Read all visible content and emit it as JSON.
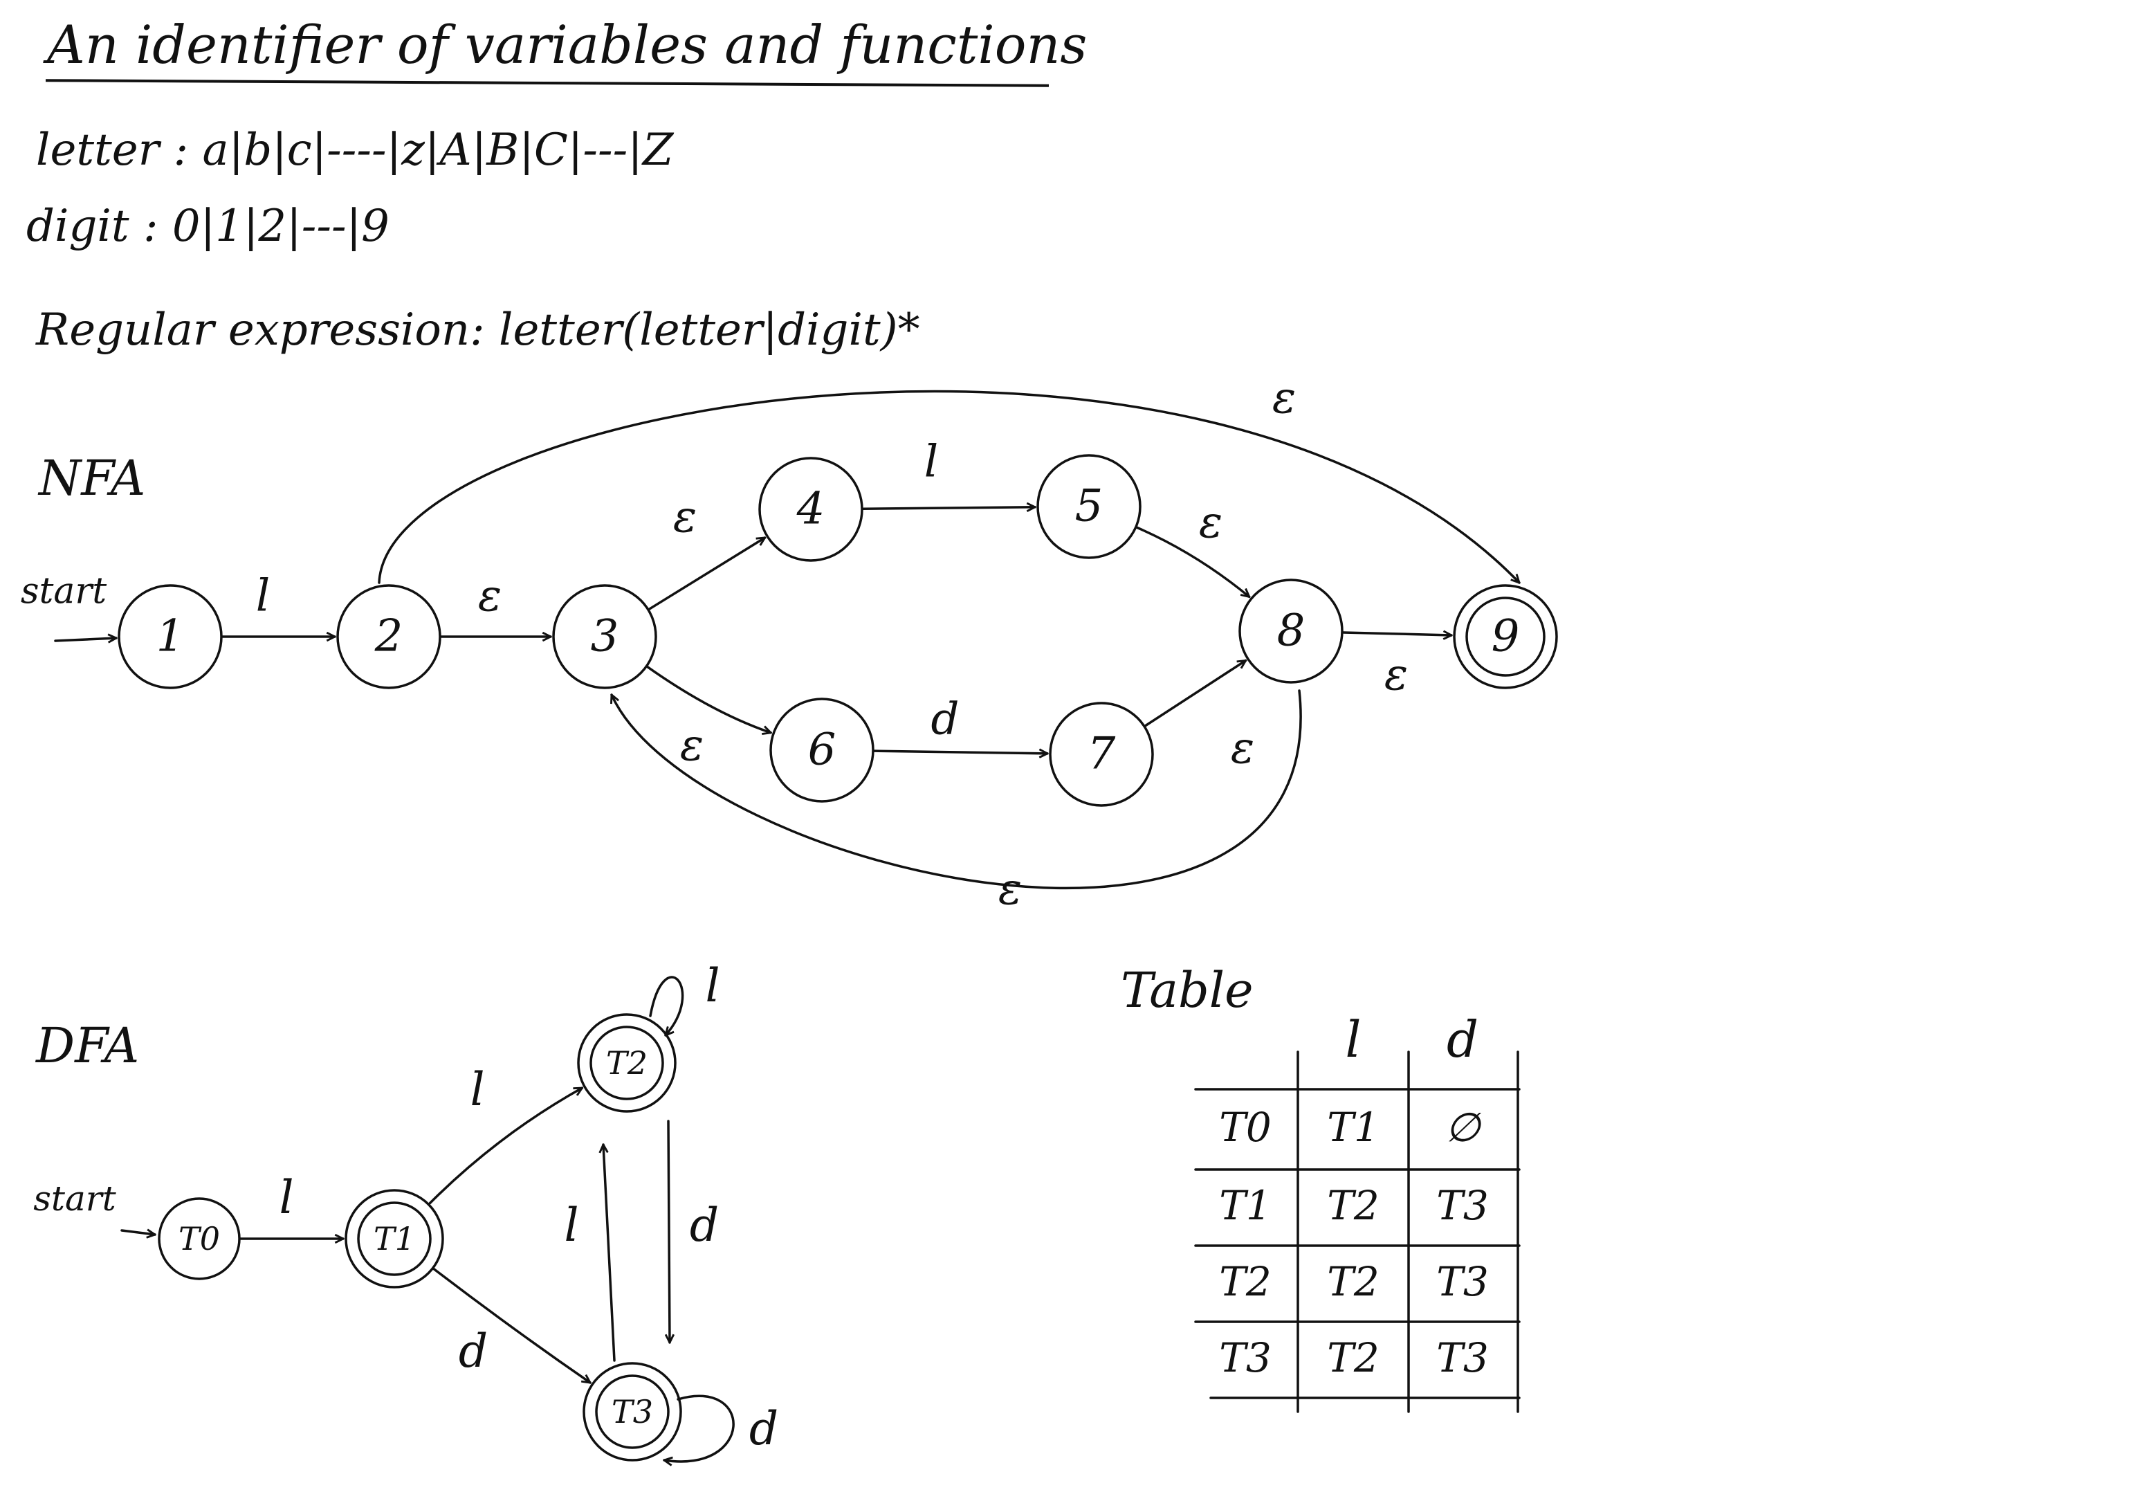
{
  "header": {
    "title": "An identifier of variables and functions",
    "letter_def": "letter : a|b|c|----|z|A|B|C|---|Z",
    "digit_def": "digit : 0|1|2|---|9",
    "regex": "Regular expression: letter(letter|digit)*"
  },
  "nfa": {
    "heading": "NFA",
    "start_label": "start",
    "states": [
      "1",
      "2",
      "3",
      "4",
      "5",
      "6",
      "7",
      "8",
      "9"
    ],
    "accepting": [
      "9"
    ],
    "transitions": [
      {
        "from": "1",
        "to": "2",
        "label": "l"
      },
      {
        "from": "2",
        "to": "3",
        "label": "ε"
      },
      {
        "from": "3",
        "to": "4",
        "label": "ε"
      },
      {
        "from": "4",
        "to": "5",
        "label": "l"
      },
      {
        "from": "5",
        "to": "8",
        "label": "ε"
      },
      {
        "from": "3",
        "to": "6",
        "label": "ε"
      },
      {
        "from": "6",
        "to": "7",
        "label": "d"
      },
      {
        "from": "7",
        "to": "8",
        "label": "ε"
      },
      {
        "from": "8",
        "to": "9",
        "label": "ε"
      },
      {
        "from": "2",
        "to": "9",
        "label": "ε"
      },
      {
        "from": "8",
        "to": "3",
        "label": "ε"
      }
    ]
  },
  "dfa": {
    "heading": "DFA",
    "start_label": "start",
    "states": [
      "T0",
      "T1",
      "T2",
      "T3"
    ],
    "state_labels": {
      "T0": "T0",
      "T1": "T1",
      "T2": "T2",
      "T3": "T3"
    },
    "accepting": [
      "T1",
      "T2",
      "T3"
    ],
    "transitions": [
      {
        "from": "T0",
        "to": "T1",
        "label": "l"
      },
      {
        "from": "T1",
        "to": "T2",
        "label": "l"
      },
      {
        "from": "T1",
        "to": "T3",
        "label": "d"
      },
      {
        "from": "T2",
        "to": "T2",
        "label": "l"
      },
      {
        "from": "T2",
        "to": "T3",
        "label": "d"
      },
      {
        "from": "T3",
        "to": "T2",
        "label": "l"
      },
      {
        "from": "T3",
        "to": "T3",
        "label": "d"
      }
    ]
  },
  "table": {
    "heading": "Table",
    "columns": [
      "",
      "l",
      "d"
    ],
    "rows": [
      [
        "T0",
        "T1",
        "∅"
      ],
      [
        "T1",
        "T2",
        "T3"
      ],
      [
        "T2",
        "T2",
        "T3"
      ],
      [
        "T3",
        "T2",
        "T3"
      ]
    ]
  }
}
